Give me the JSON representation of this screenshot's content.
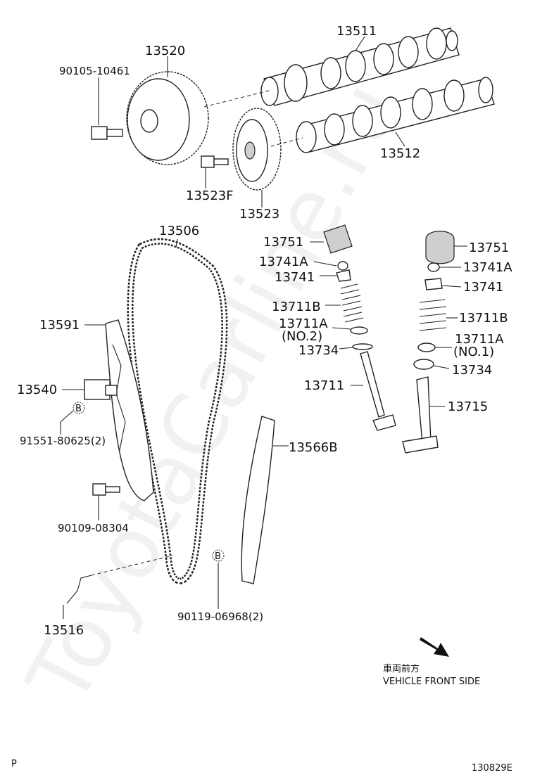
{
  "watermark": "ToyotaCarline.ru",
  "parts": {
    "p13511": "13511",
    "p13520": "13520",
    "p90105": "90105-10461",
    "p13512": "13512",
    "p13523F": "13523F",
    "p13523": "13523",
    "p13506": "13506",
    "p13591": "13591",
    "p13540": "13540",
    "p91551": "91551-80625(2)",
    "p90109": "90109-08304",
    "p13516": "13516",
    "p90119": "90119-06968(2)",
    "p13566B": "13566B",
    "p13751_l": "13751",
    "p13741A_l": "13741A",
    "p13741_l": "13741",
    "p13711B_l": "13711B",
    "p13711A_l": "13711A",
    "p13711A_l_sub": "(NO.2)",
    "p13734_l": "13734",
    "p13711": "13711",
    "p13751_r": "13751",
    "p13741A_r": "13741A",
    "p13741_r": "13741",
    "p13711B_r": "13711B",
    "p13711A_r": "13711A",
    "p13711A_r_sub": "(NO.1)",
    "p13734_r": "13734",
    "p13715": "13715"
  },
  "bolt_marker": "B",
  "direction": {
    "japanese": "車両前方",
    "english": "VEHICLE FRONT SIDE"
  },
  "corner_left": "P",
  "figure_code": "130829E"
}
